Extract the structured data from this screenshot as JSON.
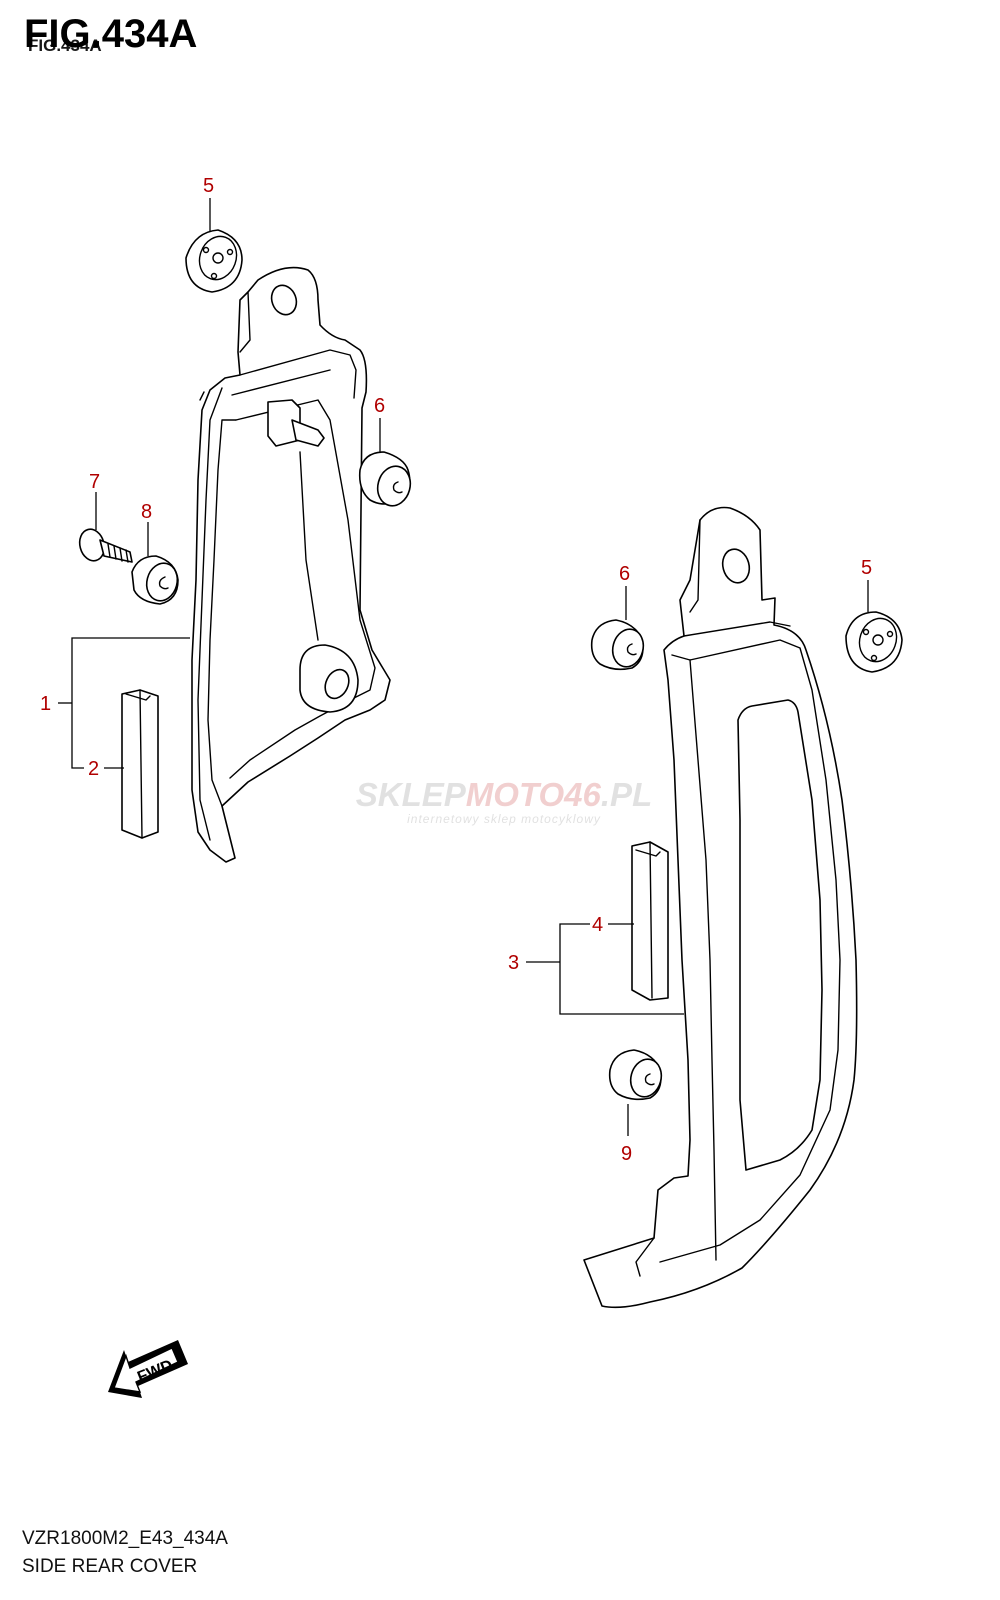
{
  "figure": {
    "title": "FIG.434A",
    "code": "VZR1800M2_E43_434A",
    "name": "SIDE REAR COVER"
  },
  "callouts": {
    "c1": "1",
    "c2": "2",
    "c3": "3",
    "c4": "4",
    "c5_left": "5",
    "c5_right": "5",
    "c6_left": "6",
    "c6_right": "6",
    "c7": "7",
    "c8": "8",
    "c9": "9"
  },
  "direction_badge": "FWD",
  "watermark": {
    "brand_a": "SKLEP",
    "brand_b": "MOTO46",
    "brand_c": ".PL",
    "tagline": "internetowy sklep motocyklowy"
  },
  "colors": {
    "callout": "#b00000",
    "line": "#000000",
    "watermark": "#c9c9c9"
  }
}
